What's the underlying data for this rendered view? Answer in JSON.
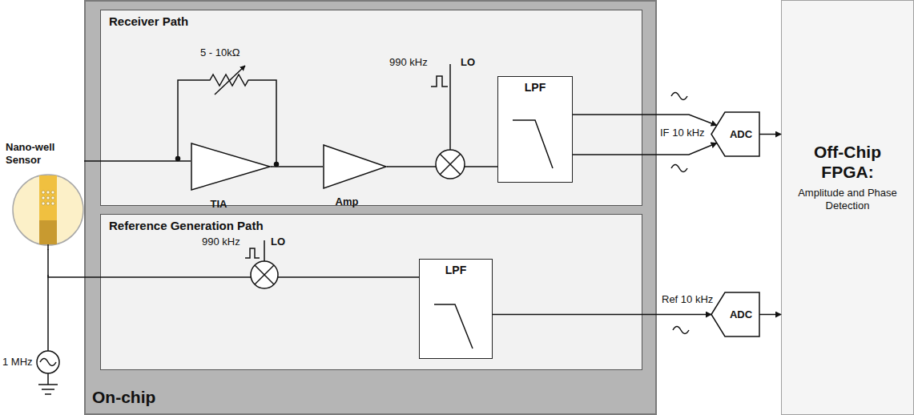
{
  "diagram": {
    "nodes": [
      {
        "text": [
          "Nano-well Sensor"
        ]
      },
      {
        "text": [
          "On-chip"
        ]
      },
      {
        "text": [
          "Receiver Path"
        ],
        "in": 1
      },
      {
        "text": [
          "TIA"
        ],
        "in": 2
      },
      {
        "text": [
          "Amp"
        ],
        "in": 2
      },
      {
        "text": [
          "LPF"
        ],
        "in": 2
      },
      {
        "text": [
          "Reference Generation Path"
        ],
        "in": 1
      },
      {
        "text": [
          "LPF"
        ],
        "in": 6
      },
      {
        "text": [
          "ADC"
        ]
      },
      {
        "text": [
          "ADC"
        ]
      },
      {
        "text": [
          "Off-Chip FPGA:",
          "Amplitude and Phase Detection"
        ]
      }
    ],
    "edges": [
      {
        "from": 0,
        "to": 3,
        "arrow": "none"
      },
      {
        "from": 3,
        "to": 4,
        "arrow": "none"
      },
      {
        "from": 4,
        "to": 5,
        "arrow": "none"
      },
      {
        "from": 5,
        "to": 8,
        "arrow": "to"
      },
      {
        "from": 5,
        "to": 8,
        "arrow": "to"
      },
      {
        "from": 0,
        "to": 7,
        "arrow": "none"
      },
      {
        "from": 7,
        "to": 9,
        "arrow": "to"
      },
      {
        "from": 8,
        "to": 10,
        "arrow": "to"
      },
      {
        "from": 9,
        "to": 10,
        "arrow": "to"
      }
    ],
    "labels": [
      "5 - 10kΩ",
      "990 kHz",
      "LO",
      "IF 10 kHz",
      "990 kHz",
      "LO",
      "Ref 10 kHz",
      "1 MHz"
    ]
  }
}
